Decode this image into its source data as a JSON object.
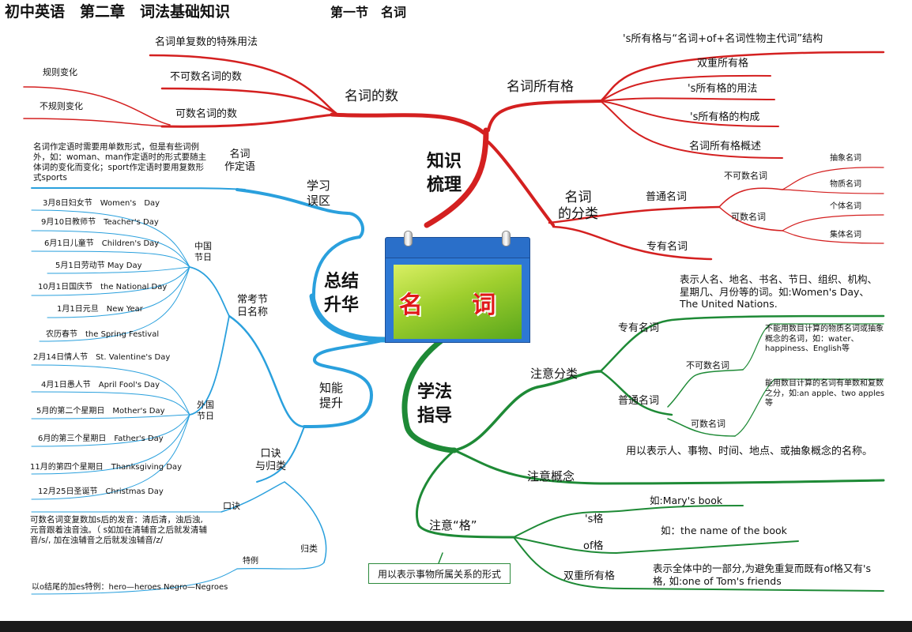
{
  "header": {
    "title": "初中英语　第二章　词法基础知识",
    "section": "第一节　名词"
  },
  "center": {
    "label": "名 词"
  },
  "hubs": {
    "knowledge": "知识\n梳理",
    "summary": "总结\n升华",
    "method": "学法\n指导"
  },
  "number": {
    "label": "名词的数",
    "special": "名词单复数的特殊用法",
    "uncountable": "不可数名词的数",
    "countable": "可数名词的数",
    "regular": "规则变化",
    "irregular": "不规则变化"
  },
  "possessive": {
    "label": "名词所有格",
    "items": [
      "'s所有格与“名词+of+名词性物主代词”结构",
      "双重所有格",
      "'s所有格的用法",
      "'s所有格的构成",
      "名词所有格概述"
    ]
  },
  "classification": {
    "label": "名词\n的分类",
    "common": "普通名词",
    "proper": "专有名词",
    "uncountable": "不可数名词",
    "countable": "可数名词",
    "abstract": "抽象名词",
    "material": "物质名词",
    "individual": "个体名词",
    "collective": "集体名词"
  },
  "mistakes": {
    "label": "学习\n误区",
    "attr_label": "名词\n作定语",
    "attr_text": "名词作定语时需要用单数形式，但是有些词例外，如：woman、man作定语时的形式要随主体词的变化而变化；sport作定语时要用复数形式sports"
  },
  "ability": {
    "label": "知能\n提升",
    "festivals_label": "常考节\n日名称",
    "china_label": "中国\n节日",
    "foreign_label": "外国\n节日",
    "china": [
      "3月8日妇女节　Women's　Day",
      "9月10日教师节　Teacher's Day",
      "6月1日儿童节　Children's Day",
      "5月1日劳动节 May Day",
      "10月1日国庆节　the National Day",
      "1月1日元旦　New Year",
      "农历春节　the Spring Festival"
    ],
    "foreign": [
      "2月14日情人节　St. Valentine's Day",
      "4月1日愚人节　April Fool's Day",
      "5月的第二个星期日　Mother's Day",
      "6月的第三个星期日　Father's Day",
      "11月的第四个星期日　Thanksgiving Day",
      "12月25日圣诞节　Christmas Day"
    ],
    "rhyme_label": "口诀\n与归类",
    "rhyme": "口诀",
    "rhyme_text": "可数名词变复数加s后的发音：清后清，浊后浊, 元音跟着浊音浊。（ s如加在清辅音之后就发清辅音/s/, 加在浊辅音之后就发浊辅音/z/",
    "group": "归类",
    "special": "特例",
    "special_text": "以o结尾的加es特例：hero—heroes  Negro—Negroes"
  },
  "guide": {
    "classify_label": "注意分类",
    "proper": "专有名词",
    "proper_text": "表示人名、地名、书名、节日、组织、机构、星期几、月份等的词。如:Women's Day、The United  Nations.",
    "common": "普通名词",
    "uncountable": "不可数名词",
    "uncountable_text": "不能用数目计算的物质名词或抽象概念的名词，如：water、happiness、English等",
    "countable": "可数名词",
    "countable_text": "能用数目计算的名词有单数和复数之分，如:an apple、two apples 等",
    "concept_label": "注意概念",
    "concept_text": "用以表示人、事物、时间、地点、或抽象概念的名称。",
    "case_label": "注意“格”",
    "s_case": "'s格",
    "s_case_text": "如:Mary's book",
    "of_case": "of格",
    "of_case_text": "如：the  name of the book",
    "double": "双重所有格",
    "double_text": "表示全体中的一部分,为避免重复而既有of格又有's格, 如:one of Tom's friends",
    "note": "用以表示事物所属关系的形式"
  }
}
